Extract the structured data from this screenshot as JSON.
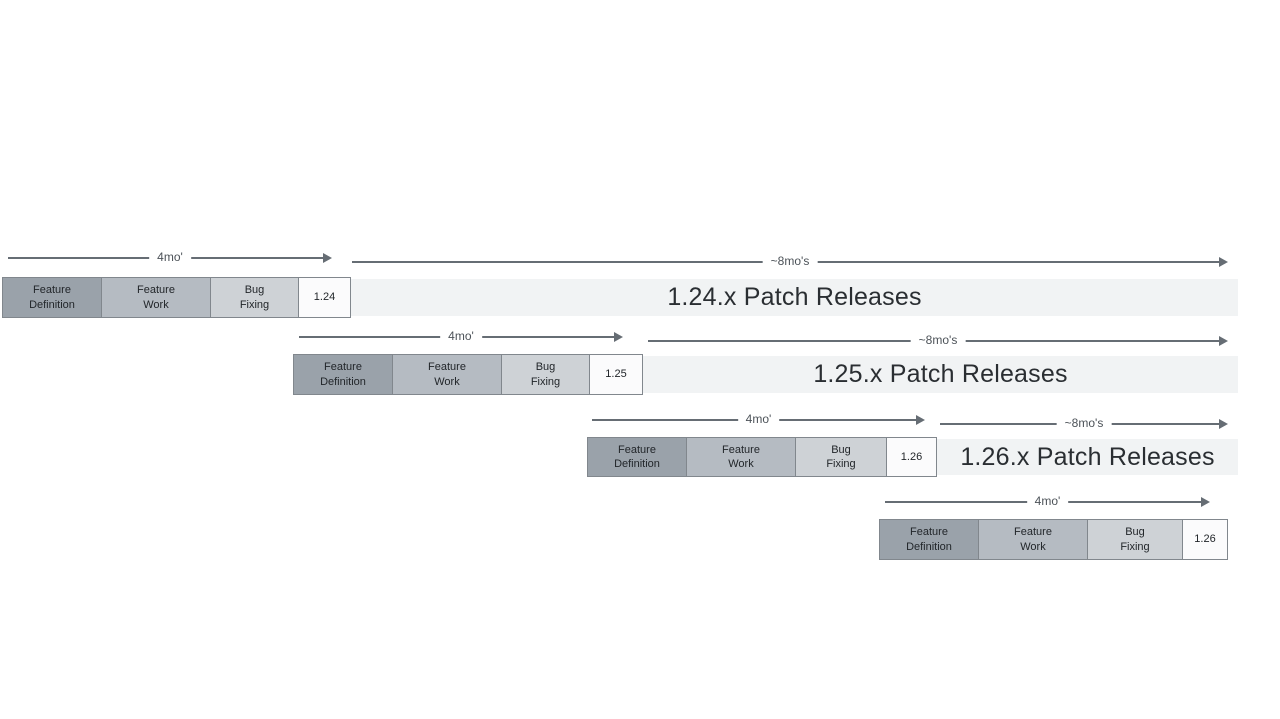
{
  "colors": {
    "feature_definition_fill": "#9aa2aa",
    "feature_work_fill": "#b5bbc2",
    "bug_fixing_fill": "#ced2d6",
    "version_box_fill": "#fbfbfc",
    "box_border": "#81878d",
    "patch_bar_fill": "#f1f3f4",
    "arrow_color": "#666d74",
    "patch_text_color": "#2a2e32"
  },
  "rows": [
    {
      "version": "1.24",
      "phase_definition": "Feature\nDefinition",
      "phase_work": "Feature\nWork",
      "phase_bug": "Bug\nFixing",
      "dev_duration": "4mo'",
      "patch_duration": "~8mo's",
      "patch_release_text": "1.24.x Patch Releases"
    },
    {
      "version": "1.25",
      "phase_definition": "Feature\nDefinition",
      "phase_work": "Feature\nWork",
      "phase_bug": "Bug\nFixing",
      "dev_duration": "4mo'",
      "patch_duration": "~8mo's",
      "patch_release_text": "1.25.x Patch Releases"
    },
    {
      "version": "1.26",
      "phase_definition": "Feature\nDefinition",
      "phase_work": "Feature\nWork",
      "phase_bug": "Bug\nFixing",
      "dev_duration": "4mo'",
      "patch_duration": "~8mo's",
      "patch_release_text": "1.26.x Patch Releases"
    },
    {
      "version": "1.26",
      "phase_definition": "Feature\nDefinition",
      "phase_work": "Feature\nWork",
      "phase_bug": "Bug\nFixing",
      "dev_duration": "4mo'"
    }
  ]
}
